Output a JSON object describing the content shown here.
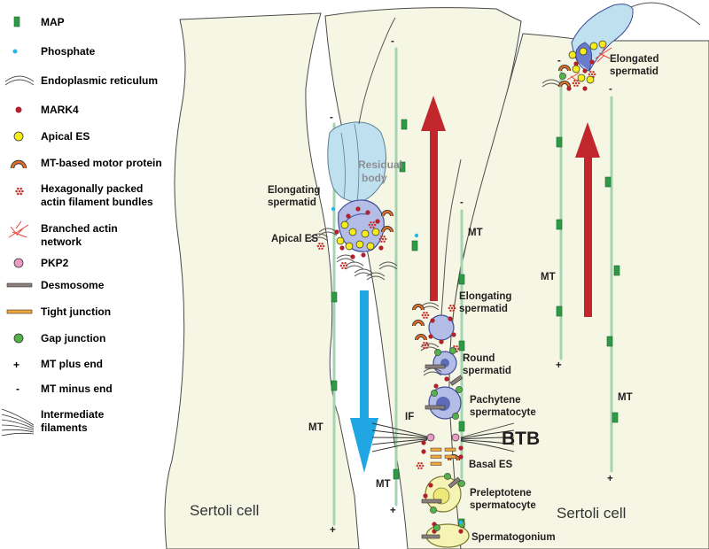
{
  "legend": [
    {
      "id": "map",
      "label": "MAP"
    },
    {
      "id": "phosphate",
      "label": "Phosphate"
    },
    {
      "id": "er",
      "label": "Endoplasmic reticulum"
    },
    {
      "id": "mark4",
      "label": "MARK4"
    },
    {
      "id": "apical-es",
      "label": "Apical ES"
    },
    {
      "id": "motor",
      "label": "MT-based motor protein"
    },
    {
      "id": "actin-bundle",
      "label": [
        "Hexagonally packed",
        "actin filament bundles"
      ]
    },
    {
      "id": "branched",
      "label": [
        "Branched actin",
        "network"
      ]
    },
    {
      "id": "pkp2",
      "label": "PKP2"
    },
    {
      "id": "desmosome",
      "label": "Desmosome"
    },
    {
      "id": "tight",
      "label": "Tight junction"
    },
    {
      "id": "gap",
      "label": "Gap junction"
    },
    {
      "id": "plus",
      "label": "MT plus end"
    },
    {
      "id": "minus",
      "label": "MT minus end"
    },
    {
      "id": "if",
      "label": [
        "Intermediate",
        "filaments"
      ]
    }
  ],
  "labels": {
    "residual_body": [
      "Residual",
      "body"
    ],
    "elongating_spermatid_left": [
      "Elongating",
      "spermatid"
    ],
    "apical_es": "Apical ES",
    "elongating_spermatid_center": [
      "Elongating",
      "spermatid"
    ],
    "round_spermatid": [
      "Round",
      "spermatid"
    ],
    "pachytene": [
      "Pachytene",
      "spermatocyte"
    ],
    "if": "IF",
    "btb": "BTB",
    "basal_es": "Basal ES",
    "preleptotene": [
      "Preleptotene",
      "spermatocyte"
    ],
    "spermatogonium": "Spermatogonium",
    "elongated_spermatid": [
      "Elongated",
      "spermatid"
    ],
    "sertoli_left": "Sertoli cell",
    "sertoli_right": "Sertoli cell",
    "mt": "MT",
    "plus": "+",
    "minus": "-"
  },
  "colors": {
    "cell_fill": "#f5f6e3",
    "cell_stroke": "#4a4a4a",
    "mt": "#a5d4b3",
    "map": "#2e9a45",
    "phosphate": "#28b7e8",
    "mark4": "#b0222b",
    "apical_es": "#f6ec1c",
    "motor": "#e36f2a",
    "actin_bundle": "#c2362f",
    "branched": "#e8453c",
    "pkp2": "#e99cc4",
    "desmosome": "#8a7f7a",
    "tight": "#f0a43a",
    "gap": "#53b249",
    "arrow_red": "#c1272d",
    "arrow_blue": "#1fa6e3",
    "spermatid": "#b4bde6",
    "spermatid_dark": "#5b6bb6",
    "residual": "#bfe0ee",
    "spermatocyte": "#f5f4b4"
  }
}
